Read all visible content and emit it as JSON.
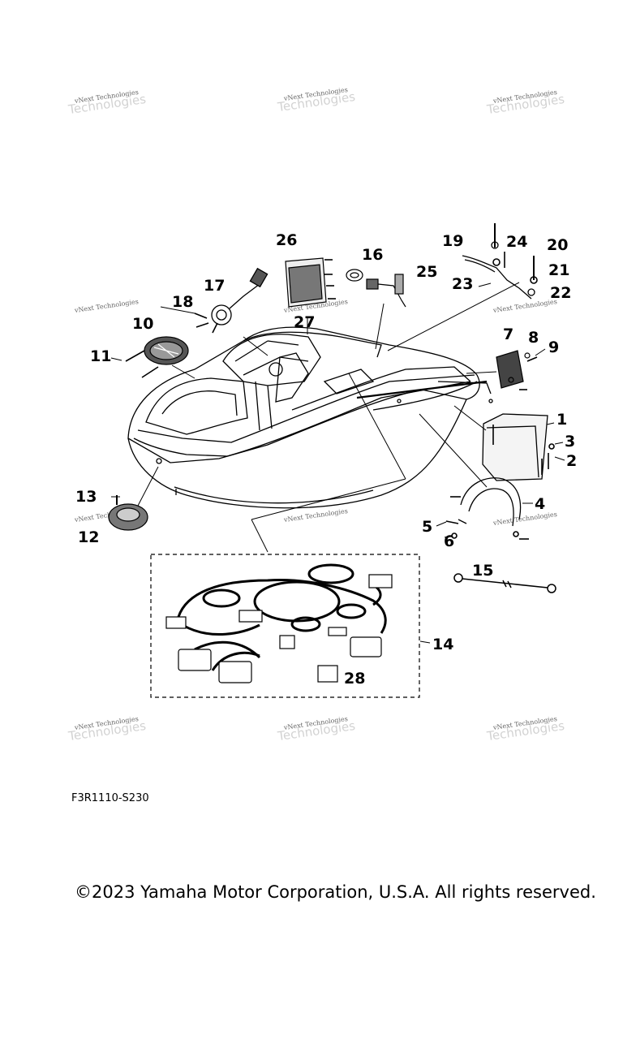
{
  "diagram": {
    "code": "F3R1110-S230",
    "copyright": "©2023 Yamaha Motor Corporation, U.S.A. All rights reserved.",
    "watermark": "vNext Technologies",
    "callouts": [
      "1",
      "2",
      "3",
      "4",
      "5",
      "6",
      "7",
      "8",
      "9",
      "10",
      "11",
      "12",
      "13",
      "14",
      "15",
      "16",
      "17",
      "18",
      "19",
      "20",
      "21",
      "22",
      "23",
      "24",
      "25",
      "26",
      "27",
      "28"
    ]
  }
}
